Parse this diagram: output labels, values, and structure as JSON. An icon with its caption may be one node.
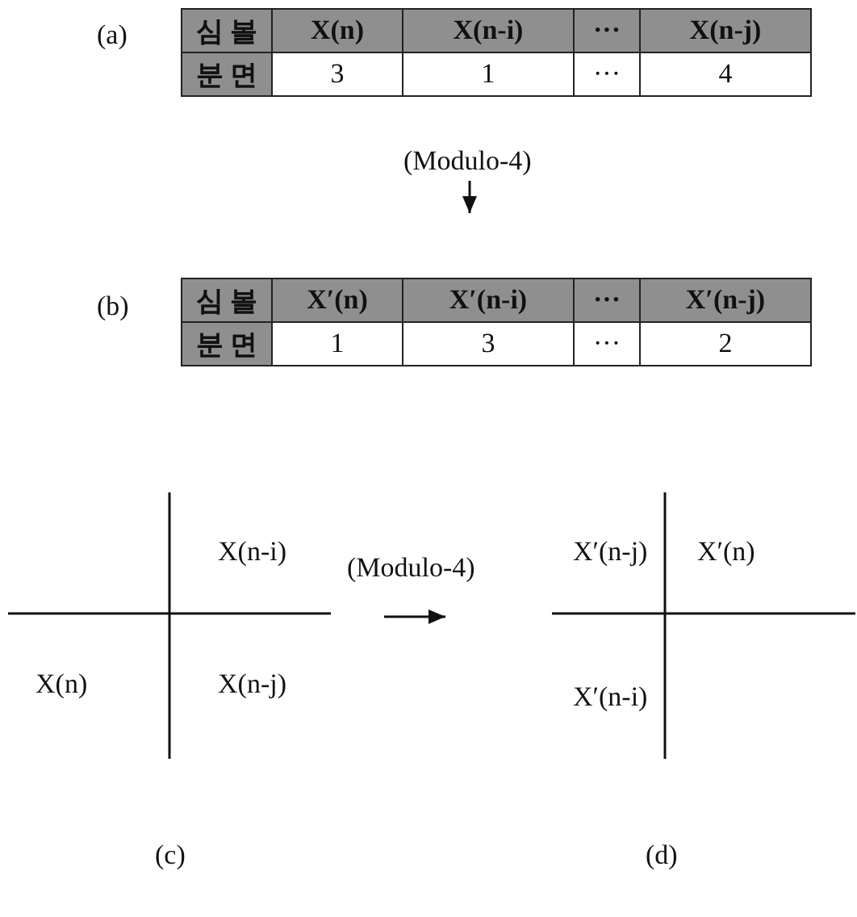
{
  "diagram": {
    "labels": [
      "(a)",
      "심 볼",
      "X(n)",
      "X(n-i)",
      "···",
      "X(n-j)",
      "분 면",
      "3",
      "1",
      "···",
      "4",
      "(Modulo-4)",
      "(b)",
      "심 볼",
      "X′(n)",
      "X′(n-i)",
      "···",
      "X′(n-j)",
      "분 면",
      "1",
      "3",
      "···",
      "2",
      "X(n-i)",
      "(Modulo-4)",
      "X′(n-j)",
      "X′(n)",
      "X(n)",
      "X(n-j)",
      "X′(n-i)",
      "(c)",
      "(d)"
    ]
  }
}
